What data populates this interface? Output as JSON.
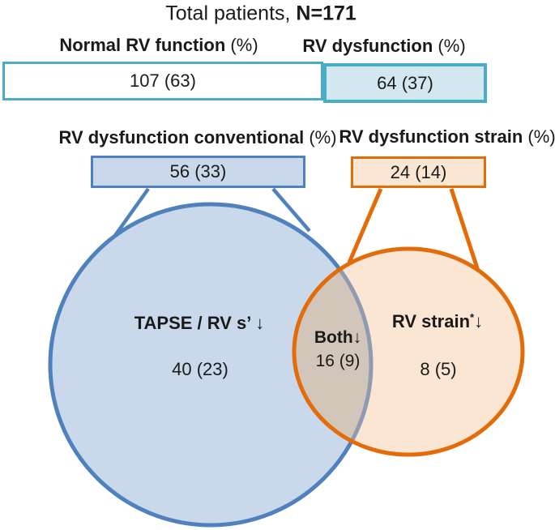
{
  "figure": {
    "title": {
      "prefix": "Total patients, ",
      "n_value": "N=171"
    },
    "totals_bar": {
      "normal": {
        "label": "Normal RV function",
        "label_suffix": " (%)",
        "value": "107 (63)"
      },
      "dysfunction": {
        "label": "RV dysfunction",
        "label_suffix": " (%)",
        "value": "64 (37)"
      }
    },
    "method_boxes": {
      "conventional": {
        "label": "RV dysfunction conventional",
        "label_suffix": " (%)",
        "value": "56 (33)"
      },
      "strain": {
        "label": "RV dysfunction strain",
        "label_suffix": " (%)",
        "value": "24 (14)"
      }
    },
    "venn": {
      "tapse": {
        "label": "TAPSE / RV s’ ↓",
        "value": "40 (23)"
      },
      "both": {
        "label": "Both↓",
        "value": "16 (9)"
      },
      "strain": {
        "label": "RV strain",
        "superscript": "*",
        "arrow": "↓",
        "value": "8 (5)"
      }
    },
    "colors": {
      "teal_border": "#4BACC6",
      "teal_fill": "#D2E7F0",
      "blue_border": "#4F81BD",
      "blue_fill": "#C9D8EA",
      "orange_border": "#E36C09",
      "orange_fill": "#FBE5D3",
      "overlap_fill": "#D2C5BA"
    }
  }
}
